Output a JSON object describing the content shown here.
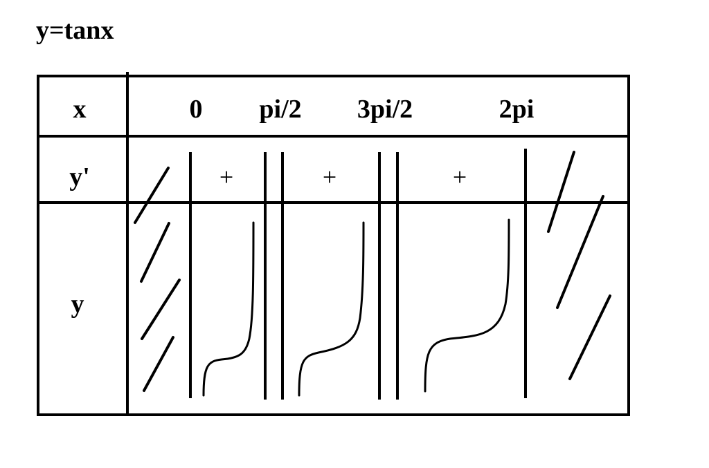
{
  "title": "y=tanx",
  "rows": {
    "x_label": "x",
    "yprime_label": "y'",
    "y_label": "y"
  },
  "x_points": [
    "0",
    "pi/2",
    "3pi/2",
    "2pi"
  ],
  "signs": [
    "+",
    "+",
    "+"
  ]
}
